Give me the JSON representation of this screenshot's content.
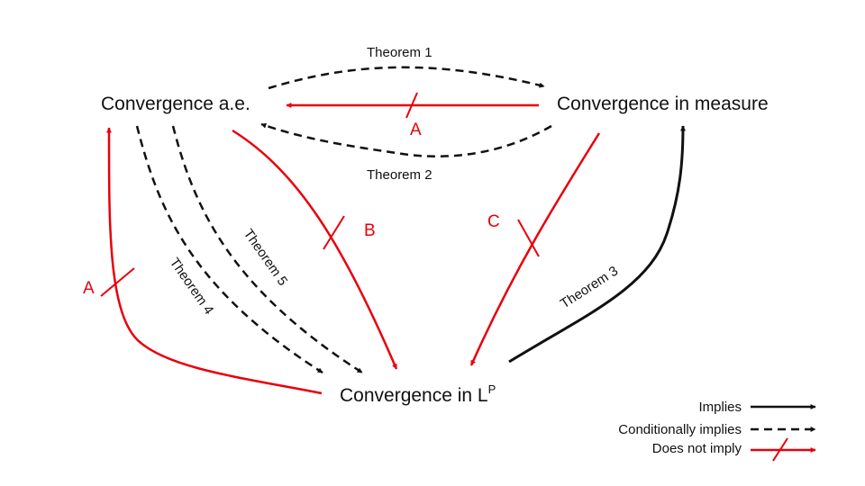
{
  "nodes": {
    "ae": "Convergence a.e.",
    "measure": "Convergence in measure",
    "lp": "Convergence in L",
    "lp_sup": "P"
  },
  "edges": {
    "theorem1": "Theorem 1",
    "theorem2": "Theorem 2",
    "theorem3": "Theorem 3",
    "theorem4": "Theorem 4",
    "theorem5": "Theorem 5",
    "counter_a_top": "A",
    "counter_a_left": "A",
    "counter_b": "B",
    "counter_c": "C"
  },
  "legend": {
    "implies": "Implies",
    "conditional": "Conditionally implies",
    "not_implies": "Does not imply"
  },
  "colors": {
    "black": "#111111",
    "red": "#e8000b"
  }
}
